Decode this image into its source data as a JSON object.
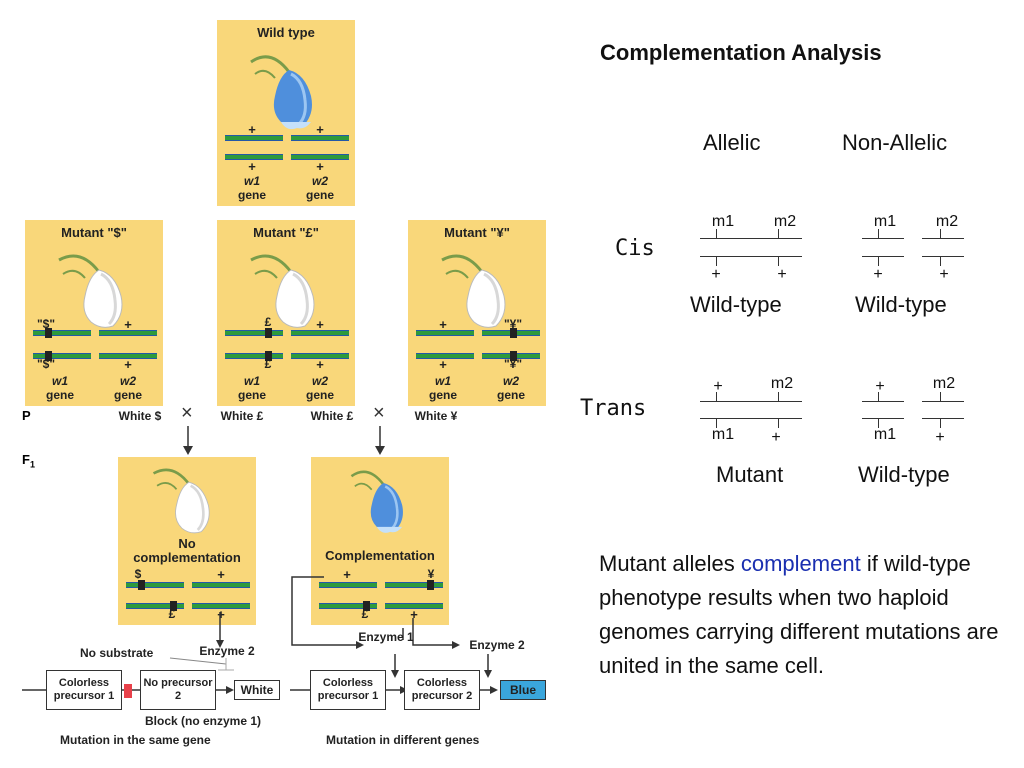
{
  "panel": {
    "wild_type": {
      "title": "Wild type",
      "genes": [
        "w1",
        "w2"
      ],
      "gene_word": "gene",
      "allele1": "+",
      "allele2": "+"
    },
    "mutant_dollar": {
      "title": "Mutant \"$\"",
      "a1": "\"$\"",
      "a2": "+",
      "b1": "\"$\"",
      "b2": "+"
    },
    "mutant_pound": {
      "title": "Mutant \"£\"",
      "a1": "£",
      "a2": "+",
      "b1": "£",
      "b2": "+"
    },
    "mutant_yen": {
      "title": "Mutant \"¥\"",
      "a1": "+",
      "a2": "\"¥\"",
      "b1": "+",
      "b2": "\"¥\""
    },
    "gene_w1": "w1",
    "gene_w2": "w2",
    "gene_word": "gene",
    "p_label": "P",
    "f1_label": "F",
    "f1_sub": "1",
    "cross": [
      "White $",
      "White £",
      "White £",
      "White ¥"
    ],
    "cross_symbol": "×",
    "no_comp": {
      "title": "No complementation",
      "a1": "$",
      "a2": "+",
      "b1": "£",
      "b2": "+"
    },
    "comp": {
      "title": "Complementation",
      "a1": "+",
      "a2": "¥",
      "b1": "£",
      "b2": "+"
    },
    "left_flow": {
      "no_substrate": "No substrate",
      "enzyme2": "Enzyme 2",
      "box1": "Colorless precursor 1",
      "box2": "No precursor 2",
      "result": "White",
      "block": "Block (no enzyme 1)",
      "caption": "Mutation in the same gene"
    },
    "right_flow": {
      "enzyme1": "Enzyme 1",
      "enzyme2": "Enzyme 2",
      "box1": "Colorless precursor 1",
      "box2": "Colorless precursor 2",
      "result": "Blue",
      "caption": "Mutation in different genes"
    }
  },
  "analysis": {
    "title": "Complementation Analysis",
    "col_allelic": "Allelic",
    "col_nonallelic": "Non-Allelic",
    "row_cis": "Cis",
    "row_trans": "Trans",
    "m1": "m1",
    "m2": "m2",
    "plus": "+",
    "cis_allelic_result": "Wild-type",
    "cis_nonallelic_result": "Wild-type",
    "trans_allelic_result": "Mutant",
    "trans_nonallelic_result": "Wild-type"
  },
  "definition": {
    "part1": "Mutant alleles",
    "highlight": "complement",
    "part2": "if wild-type phenotype results when two haploid genomes carrying different mutations are united in the same cell."
  },
  "colors": {
    "box": "#f9d77a",
    "chromosome": "#2e9a3c",
    "centromere": "#2358a8",
    "blue_result": "#3aa6dc",
    "highlight": "#1a2fb0"
  }
}
